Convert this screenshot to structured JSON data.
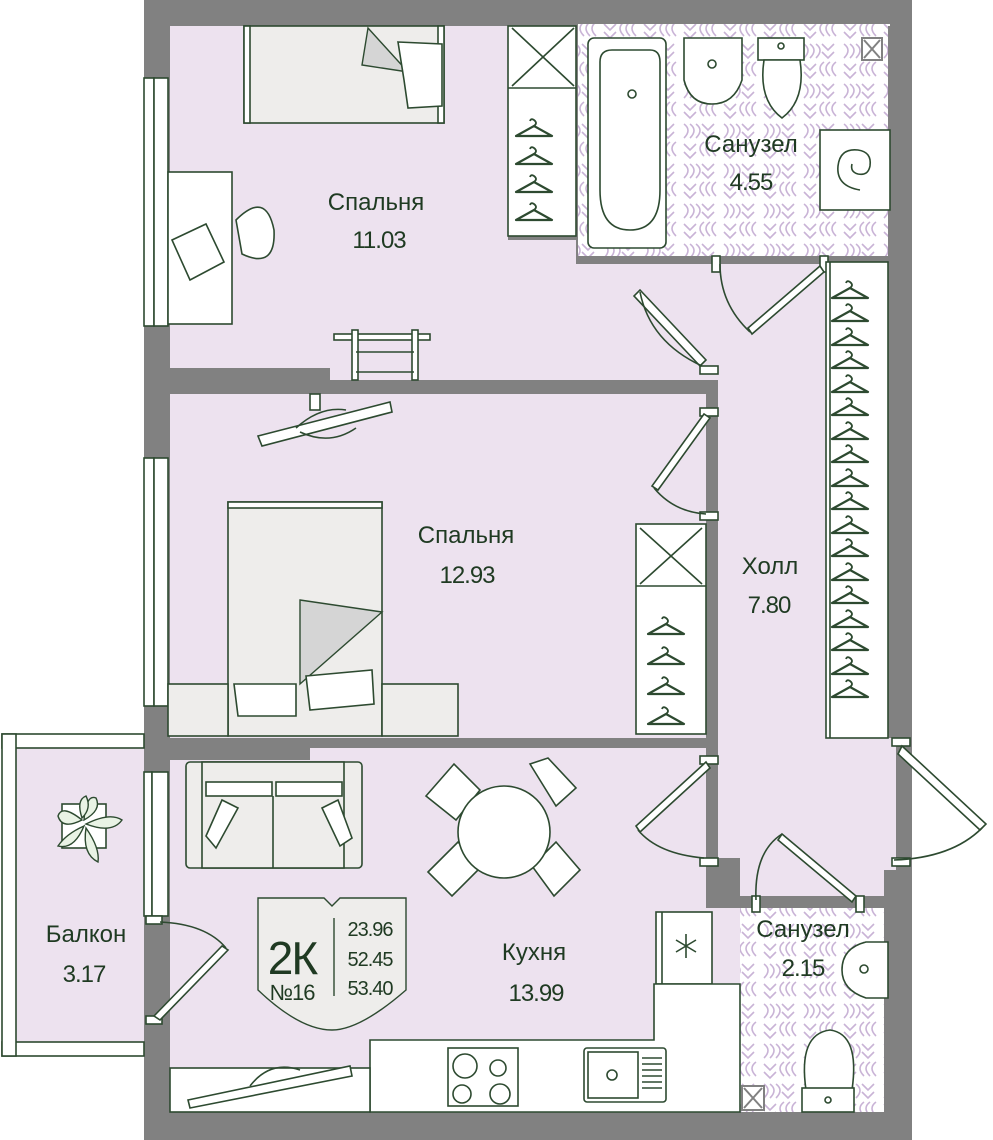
{
  "plan": {
    "title": "Floor plan, 2-room apartment",
    "colors": {
      "wall": "#818181",
      "floor": "#ede2ef",
      "tile": "#c9b3d6",
      "line": "#2d4a30",
      "text": "#1f3a22",
      "furniture": "#eeedeb"
    }
  },
  "rooms": [
    {
      "id": "bedroom-1",
      "name": "Спальня",
      "area": "11.03"
    },
    {
      "id": "bathroom-1",
      "name": "Санузел",
      "area": "4.55"
    },
    {
      "id": "bedroom-2",
      "name": "Спальня",
      "area": "12.93"
    },
    {
      "id": "hall",
      "name": "Холл",
      "area": "7.80"
    },
    {
      "id": "balcony",
      "name": "Балкон",
      "area": "3.17"
    },
    {
      "id": "kitchen",
      "name": "Кухня",
      "area": "13.99"
    },
    {
      "id": "bathroom-2",
      "name": "Санузел",
      "area": "2.15"
    }
  ],
  "badge": {
    "type": "2К",
    "number": "№16",
    "areas": [
      "23.96",
      "52.45",
      "53.40"
    ]
  }
}
